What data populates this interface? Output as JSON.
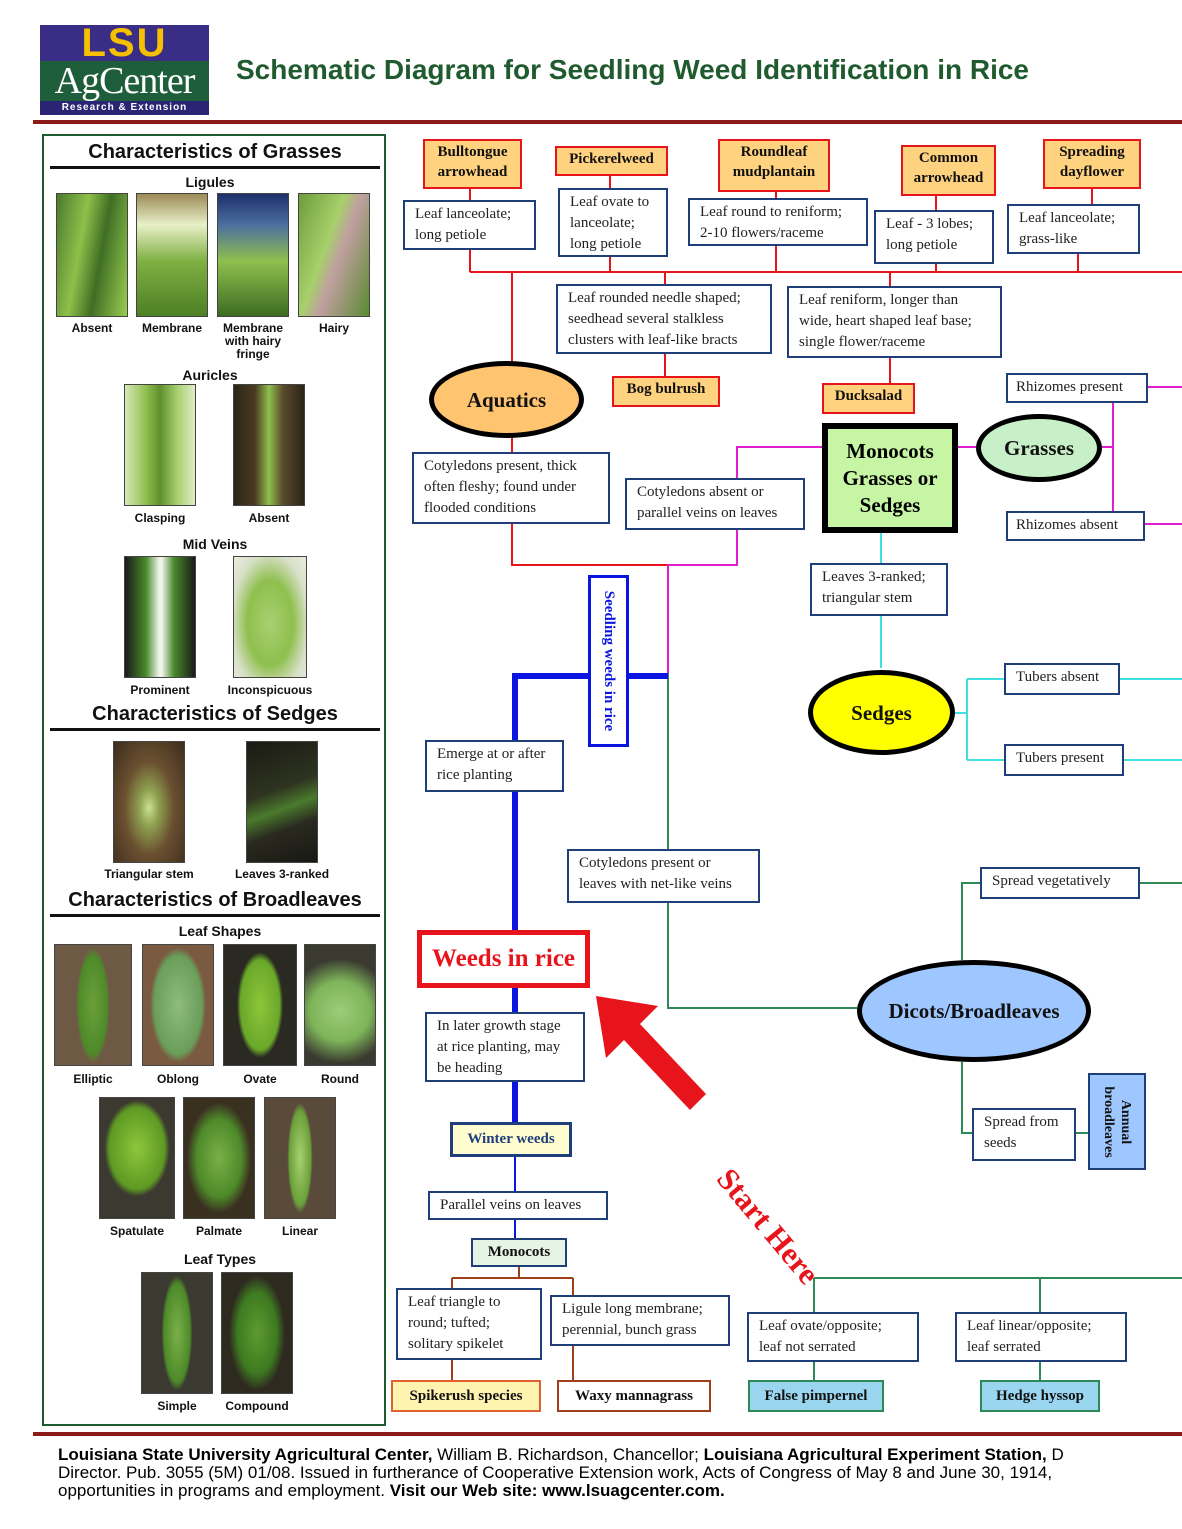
{
  "header": {
    "logo_top": "LSU",
    "logo_mid": "AgCenter",
    "logo_bottom": "Research & Extension",
    "title": "Schematic Diagram for Seedling Weed Identification in Rice"
  },
  "sidebar": {
    "grasses_title": "Characteristics of Grasses",
    "ligules_title": "Ligules",
    "ligules": [
      "Absent",
      "Membrane",
      "Membrane with hairy fringe",
      "Hairy"
    ],
    "auricles_title": "Auricles",
    "auricles": [
      "Clasping",
      "Absent"
    ],
    "midveins_title": "Mid Veins",
    "midveins": [
      "Prominent",
      "Inconspicuous"
    ],
    "sedges_title": "Characteristics of Sedges",
    "sedges": [
      "Triangular stem",
      "Leaves 3-ranked"
    ],
    "broadleaves_title": "Characteristics of Broadleaves",
    "leaf_shapes_title": "Leaf Shapes",
    "leaf_shapes": [
      "Elliptic",
      "Oblong",
      "Ovate",
      "Round",
      "Spatulate",
      "Palmate",
      "Linear"
    ],
    "leaf_types_title": "Leaf Types",
    "leaf_types": [
      "Simple",
      "Compound"
    ]
  },
  "diagram": {
    "species": {
      "bulltongue": "Bulltongue arrowhead",
      "pickerelweed": "Pickerelweed",
      "roundleaf": "Roundleaf mudplantain",
      "common_arrowhead": "Common arrowhead",
      "spreading": "Spreading dayflower",
      "bog_bulrush": "Bog bulrush",
      "ducksalad": "Ducksalad",
      "spikerush": "Spikerush species",
      "waxy": "Waxy mannagrass",
      "false_pimpernel": "False pimpernel",
      "hedge_hyssop": "Hedge hyssop"
    },
    "traits": {
      "bulltongue": "Leaf lanceolate; long petiole",
      "pickerelweed": "Leaf ovate to lanceolate; long petiole",
      "roundleaf": "Leaf round to reniform; 2-10 flowers/raceme",
      "common_arrowhead": "Leaf - 3 lobes; long petiole",
      "spreading": "Leaf lanceolate; grass-like",
      "bog_bulrush": "Leaf rounded needle shaped; seedhead several stalkless clusters with leaf-like bracts",
      "ducksalad": "Leaf reniform, longer than wide, heart shaped leaf base; single flower/raceme",
      "rhizomes_present": "Rhizomes present",
      "rhizomes_absent": "Rhizomes absent",
      "aquatics_cond": "Cotyledons present, thick often fleshy; found under flooded conditions",
      "monocot_cond": "Cotyledons absent or parallel veins on leaves",
      "sedge_cond": "Leaves 3-ranked; triangular stem",
      "tubers_absent": "Tubers absent",
      "tubers_present": "Tubers present",
      "emerge": "Emerge at or after rice planting",
      "dicot_cond": "Cotyledons present or leaves with net-like veins",
      "spread_veg": "Spread vegetatively",
      "spread_seeds": "Spread from seeds",
      "later_growth": "In later growth stage at rice planting, may be heading",
      "parallel_veins": "Parallel veins on leaves",
      "spikerush": "Leaf triangle to round; tufted; solitary spikelet",
      "waxy": "Ligule long membrane; perennial, bunch grass",
      "false_pimpernel": "Leaf ovate/opposite; leaf not serrated",
      "hedge_hyssop": "Leaf linear/opposite; leaf serrated"
    },
    "groups": {
      "aquatics": "Aquatics",
      "monocots_grasses_sedges": "Monocots Grasses or Sedges",
      "grasses": "Grasses",
      "sedges": "Sedges",
      "dicots": "Dicots/Broadleaves",
      "annual_broadleaves": "Annual broadleaves",
      "winter_weeds": "Winter weeds",
      "monocots": "Monocots",
      "seedling_weeds": "Seedling weeds in rice",
      "weeds_in_rice": "Weeds in rice",
      "start_here": "Start Here"
    }
  },
  "footer": {
    "org1": "Louisiana State University Agricultural Center,",
    "chancellor": " William B. Richardson, Chancellor; ",
    "org2": "Louisiana Agricultural Experiment Station,",
    "line1_tail": " D",
    "line2": "Director.  Pub. 3055 (5M) 01/08.  Issued in furtherance of Cooperative Extension work, Acts of Congress of May 8 and June 30, 1914,",
    "line3_pre": "opportunities in programs and employment.  ",
    "visit": "Visit our Web site: www.lsuagcenter.com."
  },
  "colors": {
    "title_green": "#1f5b2e",
    "aquatic_red": "#e8141b",
    "monocot_magenta": "#e020d0",
    "sedge_cyan": "#40e0e0",
    "main_blue": "#0a16e0",
    "dicot_green": "#2e8b57",
    "brown": "#a0401a"
  }
}
